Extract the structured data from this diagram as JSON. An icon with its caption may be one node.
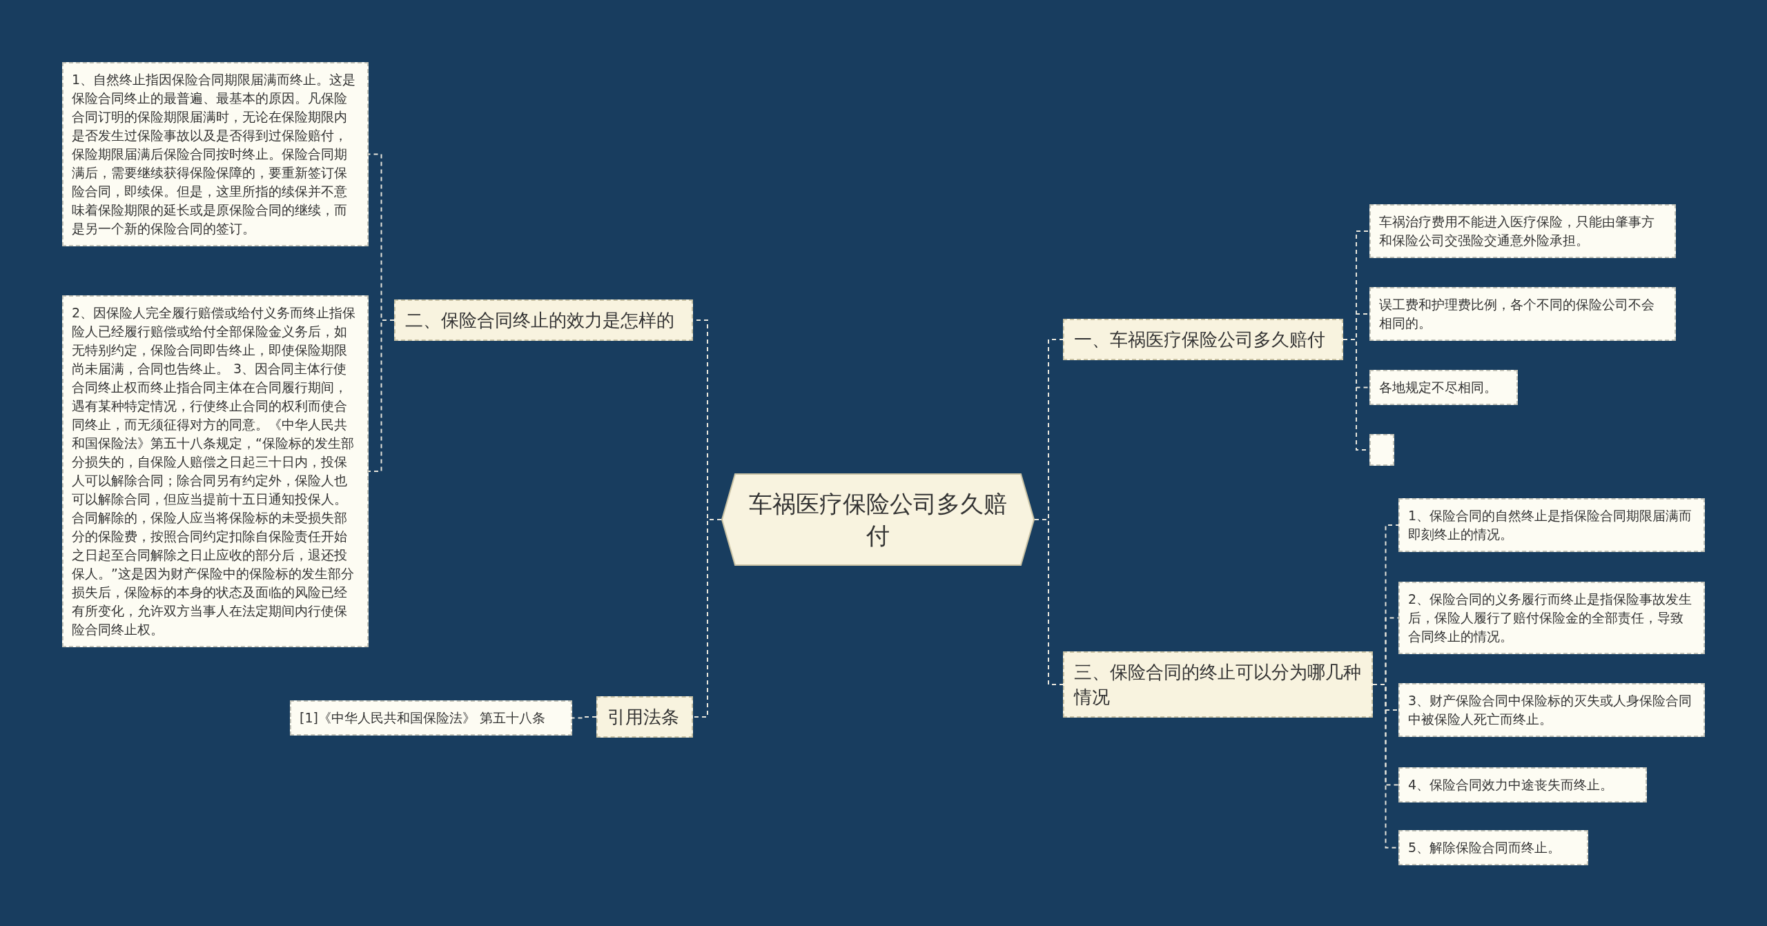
{
  "diagram": {
    "nodes": [
      {
        "text": [
          "车祸医疗保险公司多久赔付"
        ]
      },
      {
        "text": [
          "二、保险合同终止的效力是怎样的"
        ]
      },
      {
        "text": [
          "1、自然终止指因保险合同期限届满而终止。这是保险合同终止的最普遍、最基本的原因。凡保险合同订明的保险期限届满时，无论在保险期限内是否发生过保险事故以及是否得到过保险赔付，保险期限届满后保险合同按时终止。保险合同期满后，需要继续获得保险保障的，要重新签订保险合同，即续保。但是，这里所指的续保并不意味着保险期限的延长或是原保险合同的继续，而是另一个新的保险合同的签订。"
        ]
      },
      {
        "text": [
          "2、因保险人完全履行赔偿或给付义务而终止指保险人已经履行赔偿或给付全部保险金义务后，如无特别约定，保险合同即告终止，即使保险期限尚未届满，合同也告终止。 3、因合同主体行使合同终止权而终止指合同主体在合同履行期间，遇有某种特定情况，行使终止合同的权利而使合同终止，而无须征得对方的同意。《中华人民共和国保险法》第五十八条规定，“保险标的发生部分损失的，自保险人赔偿之日起三十日内，投保人可以解除合同；除合同另有约定外，保险人也可以解除合同，但应当提前十五日通知投保人。合同解除的，保险人应当将保险标的未受损失部分的保险费，按照合同约定扣除自保险责任开始之日起至合同解除之日止应收的部分后，退还投保人。”这是因为财产保险中的保险标的发生部分损失后，保险标的本身的状态及面临的风险已经有所变化，允许双方当事人在法定期间内行使保险合同终止权。"
        ]
      },
      {
        "text": [
          "引用法条"
        ]
      },
      {
        "text": [
          "[1]《中华人民共和国保险法》 第五十八条"
        ]
      },
      {
        "text": [
          "一、车祸医疗保险公司多久赔付"
        ]
      },
      {
        "text": [
          "车祸治疗费用不能进入医疗保险，只能由肇事方和保险公司交强险交通意外险承担。"
        ]
      },
      {
        "text": [
          "误工费和护理费比例，各个不同的保险公司不会相同的。"
        ]
      },
      {
        "text": [
          "各地规定不尽相同。"
        ]
      },
      {
        "text": [],
        "shape": "box"
      },
      {
        "text": [
          "三、保险合同的终止可以分为哪几种情况"
        ]
      },
      {
        "text": [
          "1、保险合同的自然终止是指保险合同期限届满而即刻终止的情况。"
        ]
      },
      {
        "text": [
          "2、保险合同的义务履行而终止是指保险事故发生后，保险人履行了赔付保险金的全部责任，导致合同终止的情况。"
        ]
      },
      {
        "text": [
          "3、财产保险合同中保险标的灭失或人身保险合同中被保险人死亡而终止。"
        ]
      },
      {
        "text": [
          "4、保险合同效力中途丧失而终止。"
        ]
      },
      {
        "text": [
          "5、解除保险合同而终止。"
        ]
      }
    ],
    "edges": [
      {
        "from": 0,
        "to": 1,
        "arrow": "none"
      },
      {
        "from": 1,
        "to": 2,
        "arrow": "none"
      },
      {
        "from": 1,
        "to": 3,
        "arrow": "none"
      },
      {
        "from": 0,
        "to": 4,
        "arrow": "none"
      },
      {
        "from": 4,
        "to": 5,
        "arrow": "none"
      },
      {
        "from": 0,
        "to": 6,
        "arrow": "none"
      },
      {
        "from": 6,
        "to": 7,
        "arrow": "none"
      },
      {
        "from": 6,
        "to": 8,
        "arrow": "none"
      },
      {
        "from": 6,
        "to": 9,
        "arrow": "none"
      },
      {
        "from": 6,
        "to": 10,
        "arrow": "none"
      },
      {
        "from": 0,
        "to": 11,
        "arrow": "none"
      },
      {
        "from": 11,
        "to": 12,
        "arrow": "none"
      },
      {
        "from": 11,
        "to": 13,
        "arrow": "none"
      },
      {
        "from": 11,
        "to": 14,
        "arrow": "none"
      },
      {
        "from": 11,
        "to": 15,
        "arrow": "none"
      },
      {
        "from": 11,
        "to": 16,
        "arrow": "none"
      }
    ]
  }
}
